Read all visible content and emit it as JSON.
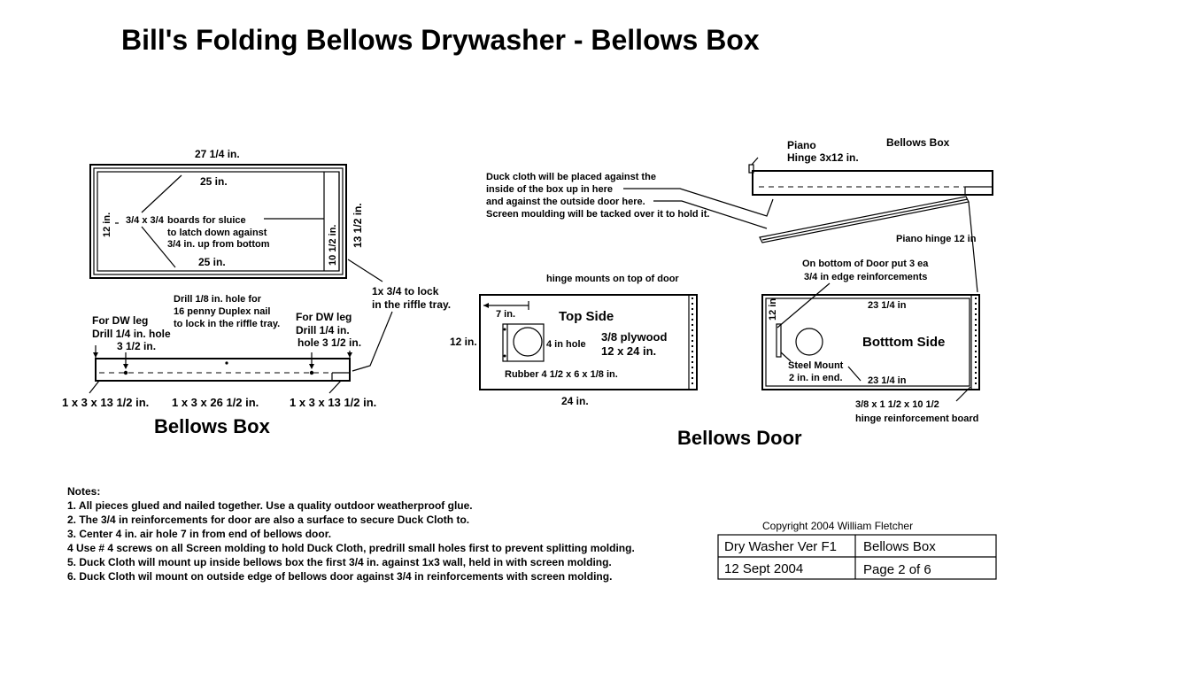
{
  "title": "Bill's Folding Bellows Drywasher - Bellows Box",
  "box_top": {
    "width_label": "27  1/4 in.",
    "inner_top": "25 in.",
    "inner_bottom": "25 in.",
    "side_left": "12 in.",
    "sluice_size": "3/4 x 3/4",
    "sluice_line1": "boards for sluice",
    "sluice_line2": "to latch down against",
    "sluice_line3": "3/4 in. up from bottom",
    "inner_height": "10 1/2 in.",
    "outer_height": "13 1/2 in."
  },
  "box_side": {
    "riffle_lock_line1": "1x 3/4 to lock",
    "riffle_lock_line2": "in the riffle tray.",
    "drill_center_line1": "Drill 1/8 in. hole for",
    "drill_center_line2": "16 penny Duplex nail",
    "drill_center_line3": "to lock in the riffle tray.",
    "left_leg_line1": "For DW leg",
    "left_leg_line2": "Drill 1/4 in. hole",
    "left_leg_line3": "3 1/2 in.",
    "right_leg_line1": "For DW leg",
    "right_leg_line2": "Drill 1/4 in.",
    "right_leg_line3": "hole  3 1/2 in.",
    "dim_left": "1 x 3 x 13 1/2 in.",
    "dim_center": "1 x 3 x  26  1/2 in.",
    "dim_right": "1 x 3 x 13 1/2 in.",
    "caption": "Bellows Box"
  },
  "hinge_view": {
    "piano_line1": "Piano",
    "piano_line2": "Hinge 3x12 in.",
    "title": "Bellows Box",
    "duck_line1": "Duck cloth will be placed against the",
    "duck_line2": "inside of the box up in here",
    "duck_line3": "and against the outside door here.",
    "duck_line4": "Screen moulding will be tacked over it to hold it.",
    "piano_hinge_12": "Piano hinge 12 in"
  },
  "door_top": {
    "hinge_mounts": "hinge mounts on top of door",
    "dim_7": "7 in.",
    "title": "Top Side",
    "hole": "4 in hole",
    "plywood_line1": "3/8 plywood",
    "plywood_line2": "12 x 24 in.",
    "height": "12 in.",
    "rubber": "Rubber 4 1/2 x 6 x 1/8 in.",
    "width": "24 in."
  },
  "door_bottom": {
    "note_line1": "On bottom of Door put 3 ea",
    "note_line2": "3/4 in edge reinforcements",
    "top_dim": "23 1/4 in",
    "side_dim": "12 in",
    "title": "Botttom  Side",
    "steel_line1": "Steel Mount",
    "steel_line2": "2 in. in end.",
    "bottom_dim": "23 1/4 in",
    "reinf_line1": "3/8 x 1 1/2 x 10 1/2",
    "reinf_line2": "hinge reinforcement board"
  },
  "door_caption": "Bellows Door",
  "notes": {
    "heading": "Notes:",
    "items": [
      "1. All pieces glued and nailed together. Use a quality outdoor weatherproof glue.",
      "2. The 3/4 in reinforcements for door are also a surface to secure Duck Cloth to.",
      "3. Center 4 in. air hole  7  in from end of bellows door.",
      "4  Use # 4 screws on all Screen molding to hold Duck Cloth, predrill small holes first to prevent splitting molding.",
      "5. Duck Cloth will mount up inside bellows box the first 3/4 in. against 1x3 wall, held in with screen molding.",
      "6. Duck Cloth wil mount on outside edge of bellows door against 3/4 in reinforcements with screen molding."
    ]
  },
  "title_block": {
    "copyright": "Copyright  2004  William Fletcher",
    "version": "Dry Washer Ver  F1",
    "sheet_name": "Bellows Box",
    "date": "12 Sept 2004",
    "page": "Page 2 of  6"
  }
}
